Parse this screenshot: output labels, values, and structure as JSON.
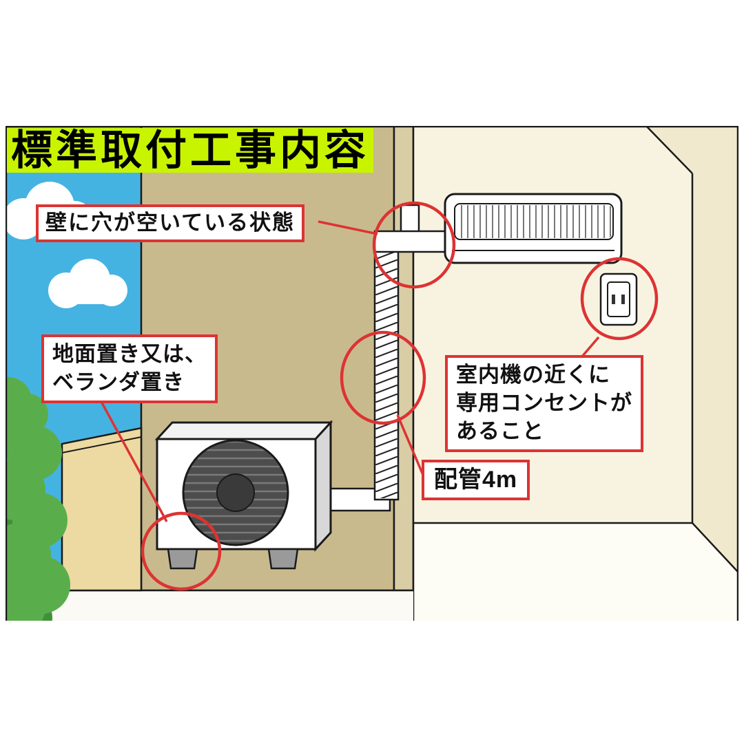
{
  "title": "標準取付工事内容",
  "callouts": {
    "wall_hole": {
      "text": "壁に穴が空いている状態"
    },
    "placement": {
      "line1": "地面置き又は、",
      "line2": "ベランダ置き"
    },
    "outlet": {
      "line1": "室内機の近くに",
      "line2": "専用コンセントが",
      "line3": "あること"
    },
    "piping": {
      "text": "配管4m"
    }
  },
  "colors": {
    "title_highlight": "#c8f400",
    "callout_red": "#dd3333",
    "sky": "#45b3e2",
    "exterior_wall": "#c9ba8e",
    "wall_cut": "#d9cda6",
    "interior_back_wall": "#f8f3e1",
    "interior_side_wall": "#f0e9cd",
    "floor": "#fdfcf5",
    "fence": "#ecdaa2",
    "bush_light": "#5aad4b",
    "bush_dark": "#3f9138"
  }
}
